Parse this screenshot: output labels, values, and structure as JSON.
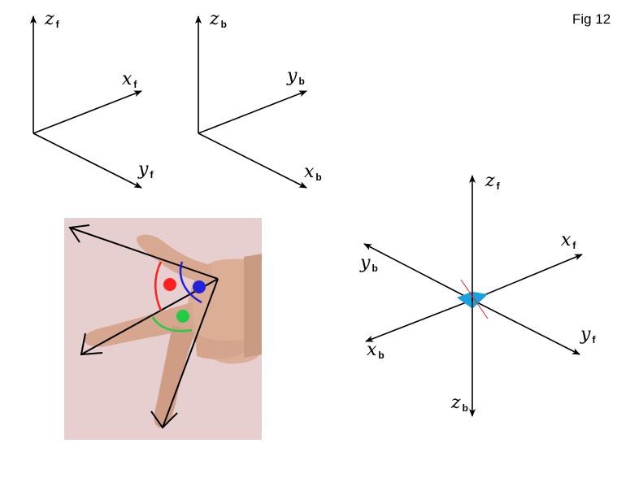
{
  "figure_label": "Fig 12",
  "frame_f": {
    "z": {
      "var": "z",
      "sub": "f"
    },
    "x": {
      "var": "x",
      "sub": "f"
    },
    "y": {
      "var": "y",
      "sub": "f"
    }
  },
  "frame_b": {
    "z": {
      "var": "z",
      "sub": "b"
    },
    "y": {
      "var": "y",
      "sub": "b"
    },
    "x": {
      "var": "x",
      "sub": "b"
    }
  },
  "combined": {
    "zf": {
      "var": "z",
      "sub": "f"
    },
    "xf": {
      "var": "x",
      "sub": "f"
    },
    "yb": {
      "var": "y",
      "sub": "b"
    },
    "xb": {
      "var": "x",
      "sub": "b"
    },
    "yf": {
      "var": "y",
      "sub": "f"
    },
    "zb": {
      "var": "z",
      "sub": "b"
    }
  },
  "colors": {
    "axis": "#000000",
    "photo_bg": "#e7cfcf",
    "marker_red": "#ff2020",
    "marker_blue": "#2222dd",
    "marker_green": "#22cc44",
    "origin_blue": "#1aa0e0",
    "origin_red": "#dd2222"
  }
}
